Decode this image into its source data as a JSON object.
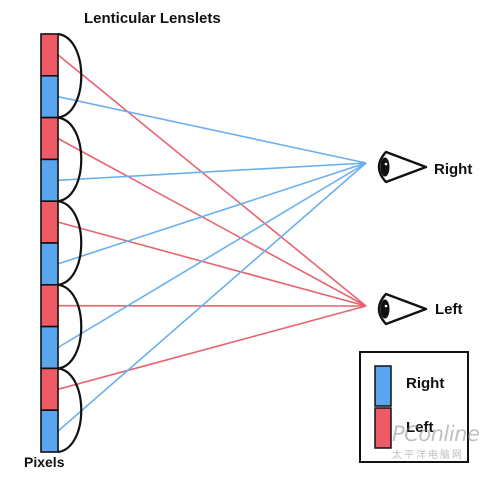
{
  "title": "Lenticular Lenslets",
  "pixels_label": "Pixels",
  "eyes": {
    "right_label": "Right",
    "left_label": "Left"
  },
  "legend": {
    "items": [
      {
        "label": "Right",
        "color": "#5aa6ee"
      },
      {
        "label": "Left",
        "color": "#ee5a66"
      }
    ]
  },
  "watermark": {
    "brand": "PConline",
    "tagline": "太平洋电脑网"
  },
  "pixel_strip": [
    "left",
    "right",
    "left",
    "right",
    "left",
    "right",
    "left",
    "right",
    "left",
    "right"
  ],
  "colors": {
    "right": "#5aa6ee",
    "left": "#ee5a66",
    "line_right": "#6ab0ee",
    "line_left": "#e86470",
    "outline": "#111111"
  },
  "icons": [
    "eye-icon"
  ]
}
